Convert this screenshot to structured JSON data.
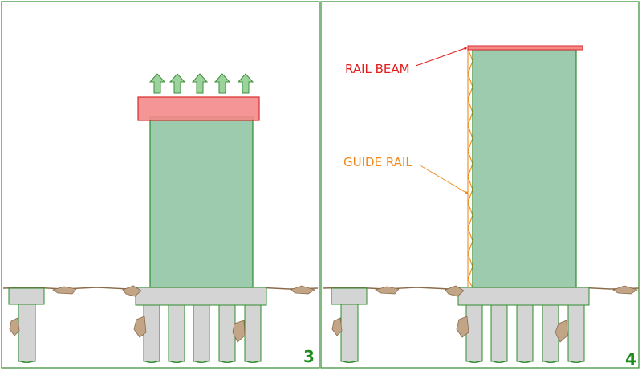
{
  "panels": [
    {
      "step": "3"
    },
    {
      "step": "4",
      "labels": {
        "rail_beam": "RAIL BEAM",
        "guide_rail": "GUIDE RAIL"
      }
    }
  ],
  "colors": {
    "frame": "#2e8b2e",
    "building_fill": "#9ccbae",
    "building_stroke": "#2e8b2e",
    "beam_fill": "#f58a8a",
    "beam_stroke": "#d92b2b",
    "arrow_fill": "#9cd39c",
    "arrow_stroke": "#3d8f3d",
    "foundation_fill": "#d4d4d4",
    "foundation_stroke": "#2e8b2e",
    "rock_fill": "#c2a587",
    "rail_color": "#f08a1c",
    "rail_beam_label": "#e31c1c",
    "guide_rail_label": "#f08a1c",
    "step_number": "#1f8c1f",
    "ground_line": "#8a6b4a"
  }
}
